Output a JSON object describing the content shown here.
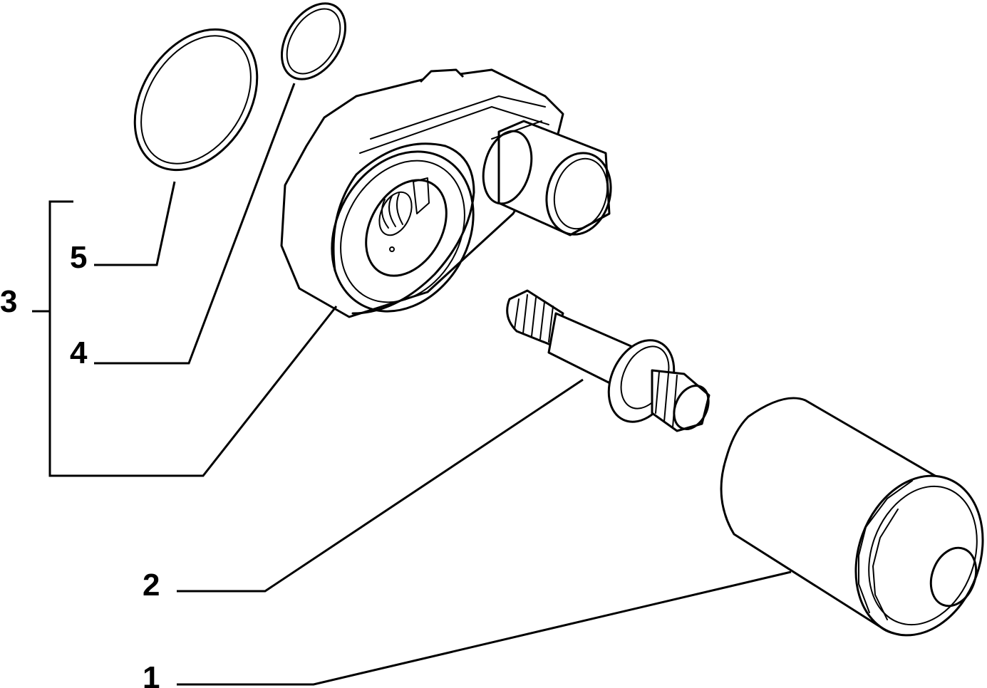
{
  "diagram": {
    "type": "exploded-parts-view",
    "callouts": [
      {
        "id": "callout-1",
        "label": "1"
      },
      {
        "id": "callout-2",
        "label": "2"
      },
      {
        "id": "callout-3",
        "label": "3"
      },
      {
        "id": "callout-4",
        "label": "4"
      },
      {
        "id": "callout-5",
        "label": "5"
      }
    ],
    "parts": [
      {
        "label": "1",
        "icon": "oil-filter-cartridge-icon"
      },
      {
        "label": "2",
        "icon": "threaded-union-bolt-icon"
      },
      {
        "label": "3",
        "icon": "assembly-group-bracket"
      },
      {
        "label": "4",
        "icon": "small-o-ring-icon"
      },
      {
        "label": "5",
        "icon": "large-o-ring-icon"
      }
    ],
    "line_color": "#000000",
    "background": "#ffffff"
  }
}
